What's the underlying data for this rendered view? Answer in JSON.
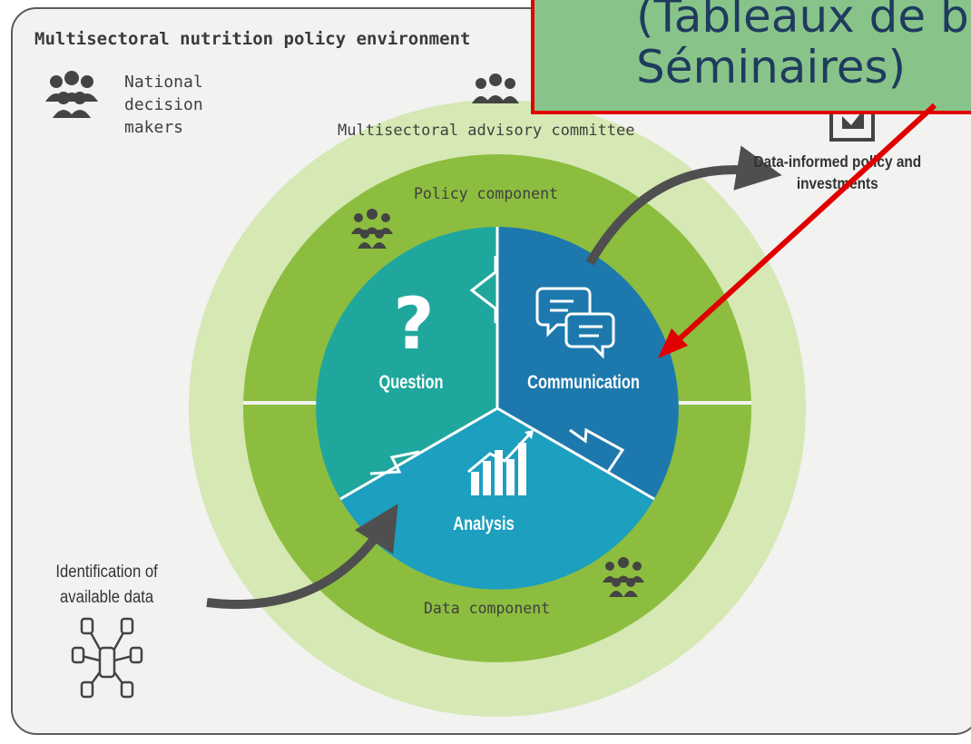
{
  "environment": {
    "title": "Multisectoral nutrition policy environment",
    "national_decision_makers": "National decision makers",
    "committee_label": "Multisectoral advisory committee",
    "data_informed_policy": "Data-informed policy and investments",
    "identification_label": "Identification of available data"
  },
  "components": {
    "policy": "Policy component",
    "data": "Data component"
  },
  "cycle": {
    "question": "Question",
    "communication": "Communication",
    "analysis": "Analysis"
  },
  "callout": {
    "line1": "(Tableaux de b",
    "line2": "Séminaires)"
  },
  "colors": {
    "outer_ring": "#d6e8b4",
    "middle_ring": "#8cbd3f",
    "question": "#20a79d",
    "communication": "#1d79ad",
    "analysis": "#1d9fbf",
    "callout_fill": "#88c489",
    "callout_border": "#e10000",
    "arrow": "#e10000"
  },
  "icons": [
    "people-group-icon",
    "question-mark-icon",
    "chat-bubbles-icon",
    "bar-chart-icon",
    "database-network-icon",
    "document-check-icon"
  ]
}
